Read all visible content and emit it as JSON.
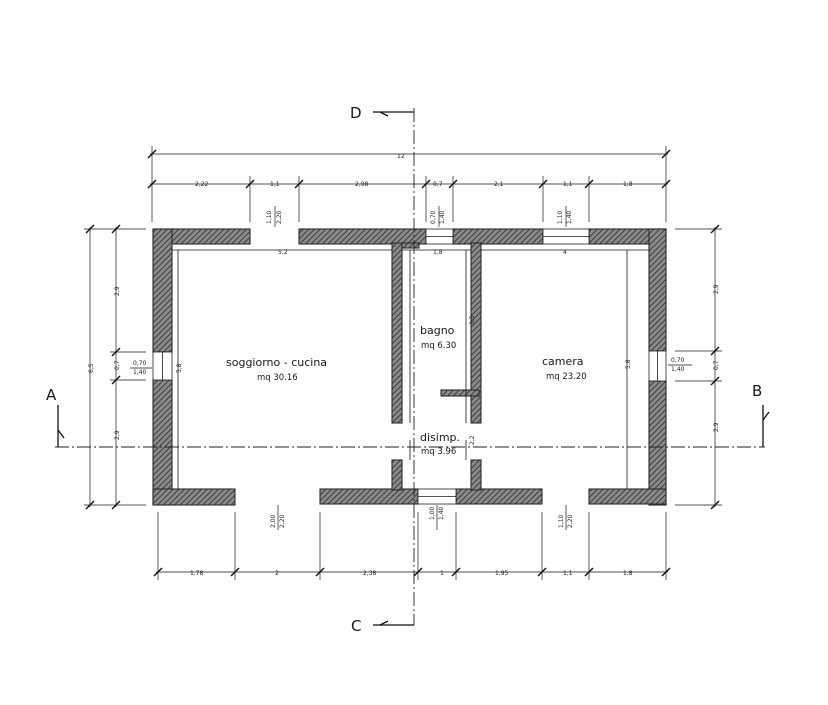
{
  "sections": {
    "a": "A",
    "b": "B",
    "c": "C",
    "d": "D"
  },
  "rooms": {
    "soggiorno": {
      "name": "soggiorno - cucina",
      "area": "mq 30.16"
    },
    "bagno": {
      "name": "bagno",
      "area": "mq 6.30"
    },
    "camera": {
      "name": "camera",
      "area": "mq 23.20"
    },
    "disimp": {
      "name": "disimp.",
      "area": "mq 3.96"
    }
  },
  "dims": {
    "top_total": "12",
    "top": [
      "2,22",
      "1,1",
      "2,98",
      "0,7",
      "2,1",
      "1,1",
      "1,8"
    ],
    "bottom": [
      "1,78",
      "2",
      "2,38",
      "1",
      "1,95",
      "1,1",
      "1,8"
    ],
    "left_total": "6,5",
    "left": [
      "2,9",
      "0,7",
      "2,9"
    ],
    "right": [
      "2,9",
      "0,7",
      "2,9"
    ],
    "inner_top": [
      "5,2",
      "1,8",
      "4"
    ],
    "inner_vert": [
      "5,8",
      "3,5",
      "2,2",
      "5,8"
    ],
    "win_top_left": [
      "1,10",
      "2,20"
    ],
    "win_top_bagno": [
      "0,70",
      "1,40"
    ],
    "win_top_camera": [
      "1,10",
      "1,40"
    ],
    "win_left": [
      "0,70",
      "1,40"
    ],
    "win_right": [
      "0,70",
      "1,40"
    ],
    "door_bottom_left": [
      "2,00",
      "2,20"
    ],
    "door_bottom_center": [
      "1,00",
      "1,40"
    ],
    "door_bottom_right": [
      "1,10",
      "2,20"
    ]
  }
}
